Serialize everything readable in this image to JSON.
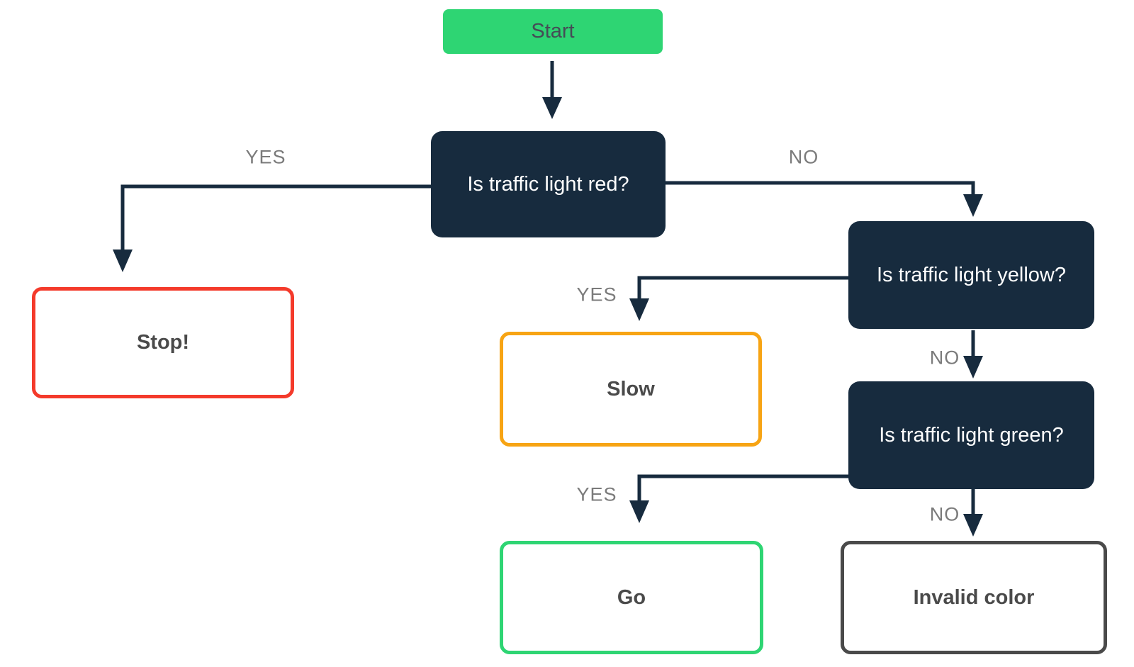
{
  "diagram": {
    "type": "flowchart",
    "background": "#ffffff",
    "connector_color": "#172b3e",
    "edge_label_color": "#7b7b7b",
    "nodes": {
      "start": {
        "label": "Start",
        "kind": "start",
        "fill": "#2ed573",
        "text_color": "#454c56"
      },
      "q_red": {
        "label": "Is traffic light red?",
        "kind": "decision",
        "fill": "#172b3e",
        "text_color": "#ffffff"
      },
      "q_yellow": {
        "label": "Is traffic light yellow?",
        "kind": "decision",
        "fill": "#172b3e",
        "text_color": "#ffffff"
      },
      "q_green": {
        "label": "Is traffic light green?",
        "kind": "decision",
        "fill": "#172b3e",
        "text_color": "#ffffff"
      },
      "stop": {
        "label": "Stop!",
        "kind": "outcome",
        "border_color": "#f43a2b",
        "text_color": "#4a4a4a"
      },
      "slow": {
        "label": "Slow",
        "kind": "outcome",
        "border_color": "#f7a414",
        "text_color": "#4a4a4a"
      },
      "go": {
        "label": "Go",
        "kind": "outcome",
        "border_color": "#2ed573",
        "text_color": "#4a4a4a"
      },
      "invalid": {
        "label": "Invalid color",
        "kind": "outcome",
        "border_color": "#4a4a4a",
        "text_color": "#4a4a4a"
      }
    },
    "edges": [
      {
        "from": "start",
        "to": "q_red",
        "label": ""
      },
      {
        "from": "q_red",
        "to": "stop",
        "label": "YES"
      },
      {
        "from": "q_red",
        "to": "q_yellow",
        "label": "NO"
      },
      {
        "from": "q_yellow",
        "to": "slow",
        "label": "YES"
      },
      {
        "from": "q_yellow",
        "to": "q_green",
        "label": "NO"
      },
      {
        "from": "q_green",
        "to": "go",
        "label": "YES"
      },
      {
        "from": "q_green",
        "to": "invalid",
        "label": "NO"
      }
    ]
  }
}
